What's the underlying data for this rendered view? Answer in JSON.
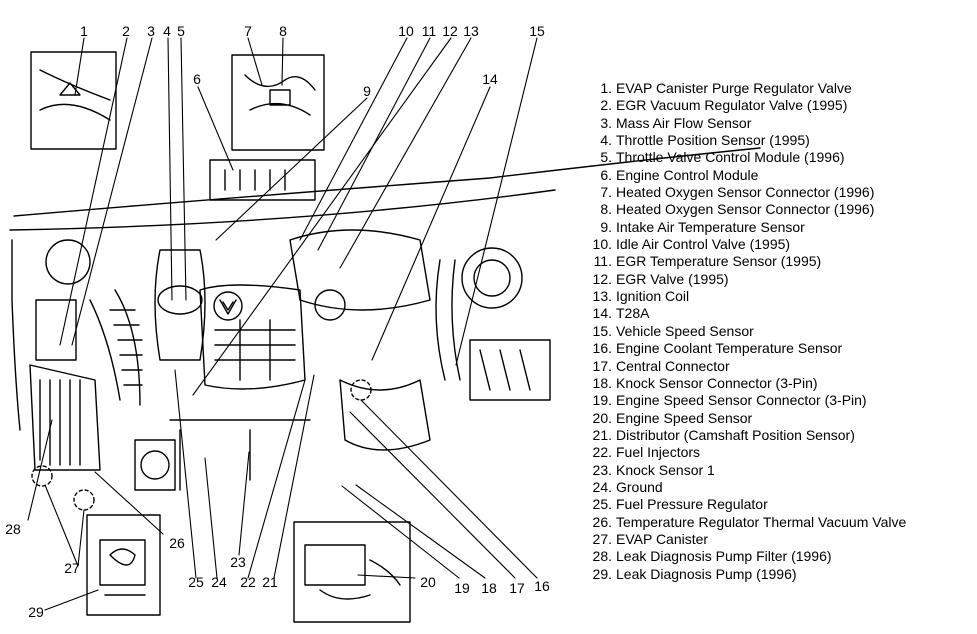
{
  "callout_numbers": [
    "1",
    "2",
    "3",
    "4",
    "5",
    "6",
    "7",
    "8",
    "9",
    "10",
    "11",
    "12",
    "13",
    "14",
    "15",
    "16",
    "17",
    "18",
    "19",
    "20",
    "21",
    "22",
    "23",
    "24",
    "25",
    "26",
    "27",
    "28",
    "29"
  ],
  "legend": [
    {
      "num": "1.",
      "label": "EVAP Canister Purge Regulator Valve"
    },
    {
      "num": "2.",
      "label": "EGR Vacuum Regulator Valve (1995)"
    },
    {
      "num": "3.",
      "label": "Mass Air Flow Sensor"
    },
    {
      "num": "4.",
      "label": "Throttle Position Sensor (1995)"
    },
    {
      "num": "5.",
      "label": "Throttle Valve Control Module (1996)"
    },
    {
      "num": "6.",
      "label": "Engine Control Module"
    },
    {
      "num": "7.",
      "label": "Heated Oxygen Sensor Connector (1996)"
    },
    {
      "num": "8.",
      "label": "Heated Oxygen Sensor Connector (1996)"
    },
    {
      "num": "9.",
      "label": "Intake Air Temperature Sensor"
    },
    {
      "num": "10.",
      "label": "Idle Air Control Valve (1995)"
    },
    {
      "num": "11.",
      "label": "EGR Temperature Sensor (1995)"
    },
    {
      "num": "12.",
      "label": "EGR Valve (1995)"
    },
    {
      "num": "13.",
      "label": "Ignition Coil"
    },
    {
      "num": "14.",
      "label": "T28A"
    },
    {
      "num": "15.",
      "label": "Vehicle Speed Sensor"
    },
    {
      "num": "16.",
      "label": "Engine Coolant Temperature Sensor"
    },
    {
      "num": "17.",
      "label": "Central Connector"
    },
    {
      "num": "18.",
      "label": "Knock Sensor Connector (3-Pin)"
    },
    {
      "num": "19.",
      "label": "Engine Speed Sensor Connector (3-Pin)"
    },
    {
      "num": "20.",
      "label": "Engine Speed Sensor"
    },
    {
      "num": "21.",
      "label": "Distributor (Camshaft Position Sensor)"
    },
    {
      "num": "22.",
      "label": "Fuel Injectors"
    },
    {
      "num": "23.",
      "label": "Knock Sensor 1"
    },
    {
      "num": "24.",
      "label": "Ground"
    },
    {
      "num": "25.",
      "label": "Fuel Pressure Regulator"
    },
    {
      "num": "26.",
      "label": "Temperature Regulator Thermal Vacuum Valve"
    },
    {
      "num": "27.",
      "label": "EVAP Canister"
    },
    {
      "num": "28.",
      "label": "Leak Diagnosis Pump Filter (1996)"
    },
    {
      "num": "29.",
      "label": "Leak Diagnosis Pump (1996)"
    }
  ]
}
